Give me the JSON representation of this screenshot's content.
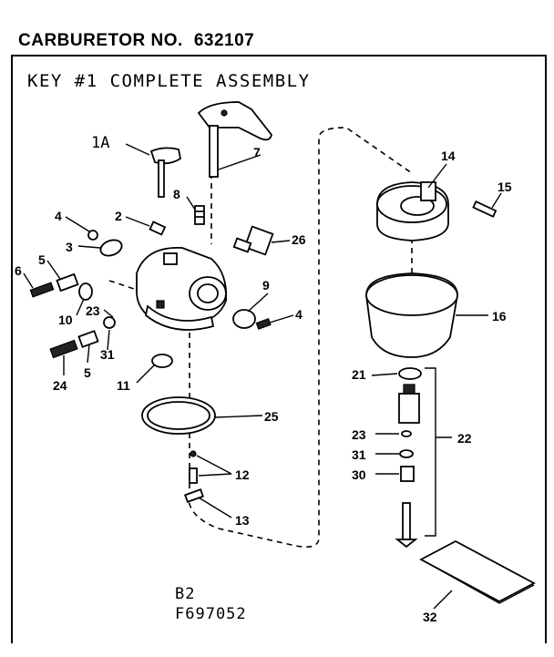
{
  "header": {
    "title": "CARBURETOR NO.",
    "number": "632107"
  },
  "frame": {
    "subtitle": "KEY #1 COMPLETE ASSEMBLY"
  },
  "footer": {
    "code_line1": "B2",
    "code_line2": "F697052"
  },
  "callouts": {
    "c1A": "1A",
    "c2": "2",
    "c3": "3",
    "c4a": "4",
    "c4b": "4",
    "c5a": "5",
    "c5b": "5",
    "c6": "6",
    "c7": "7",
    "c8": "8",
    "c9": "9",
    "c10": "10",
    "c11": "11",
    "c12": "12",
    "c13": "13",
    "c14": "14",
    "c15": "15",
    "c16": "16",
    "c21": "21",
    "c22": "22",
    "c23a": "23",
    "c23b": "23",
    "c24": "24",
    "c25": "25",
    "c26": "26",
    "c30": "30",
    "c31a": "31",
    "c31b": "31",
    "c32": "32"
  }
}
